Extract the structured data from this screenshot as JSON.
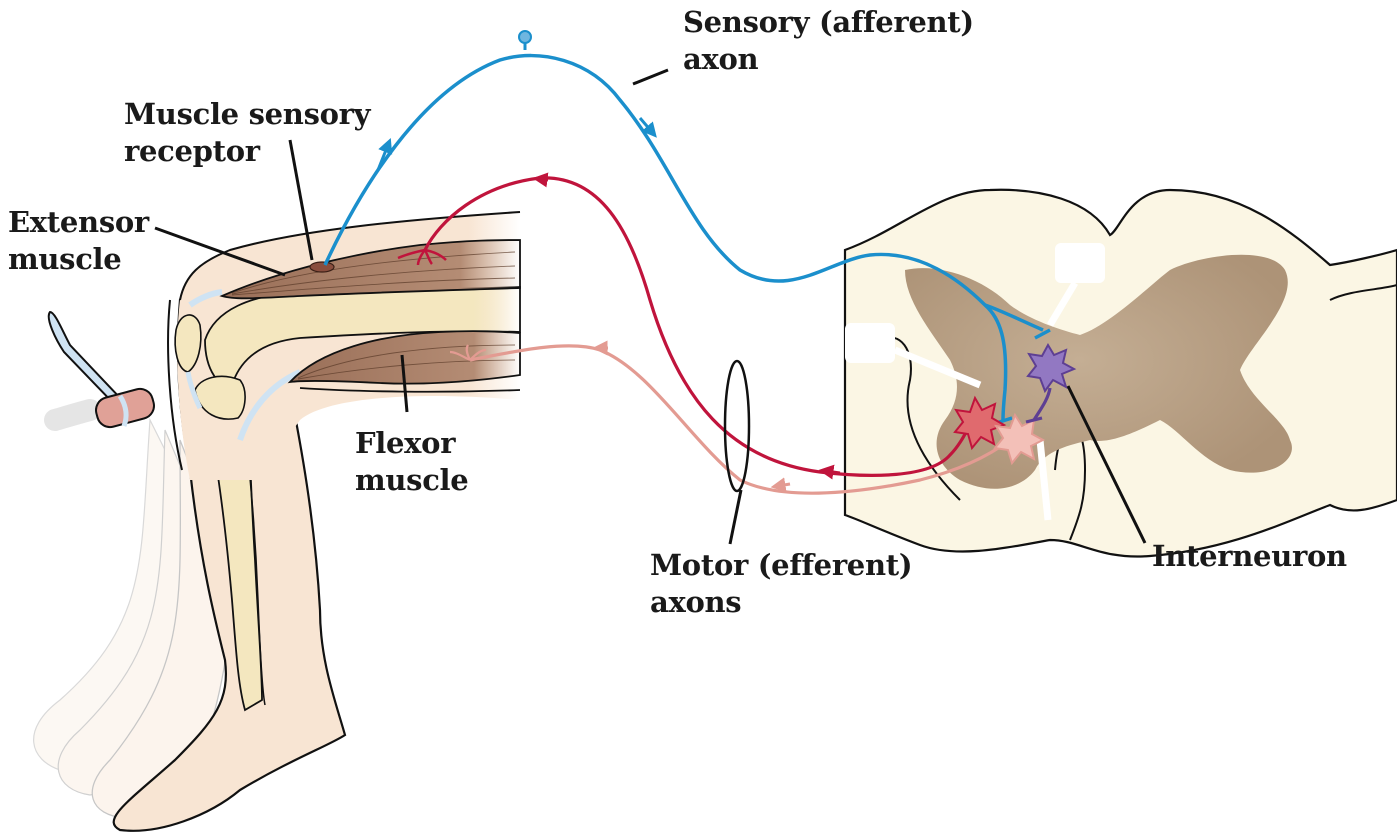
{
  "figure": {
    "title": "Knee-jerk (stretch) reflex circuit",
    "colors": {
      "sensory_axon": "#1b8fcc",
      "motor_extensor": "#c0143c",
      "motor_flexor": "#e39b92",
      "interneuron": "#7a4fa8",
      "spinal_white_matter": "#fbf6e4",
      "spinal_gray_matter": "#b59c80",
      "muscle": "#a87d64",
      "skin": "#f8e5d3",
      "bone": "#f4e7bf",
      "hammer_head": "#e0a197",
      "hammer_handle": "#cfe3f3"
    }
  },
  "labels": {
    "sensory_axon": {
      "line1": "Sensory (afferent)",
      "line2": "axon"
    },
    "muscle_receptor": {
      "line1": "Muscle sensory",
      "line2": "receptor"
    },
    "extensor_muscle": {
      "line1": "Extensor",
      "line2": "muscle"
    },
    "flexor_muscle": {
      "line1": "Flexor",
      "line2": "muscle"
    },
    "motor_axons": {
      "line1": "Motor (efferent)",
      "line2": "axons"
    },
    "interneuron": {
      "line1": "Interneuron"
    }
  }
}
